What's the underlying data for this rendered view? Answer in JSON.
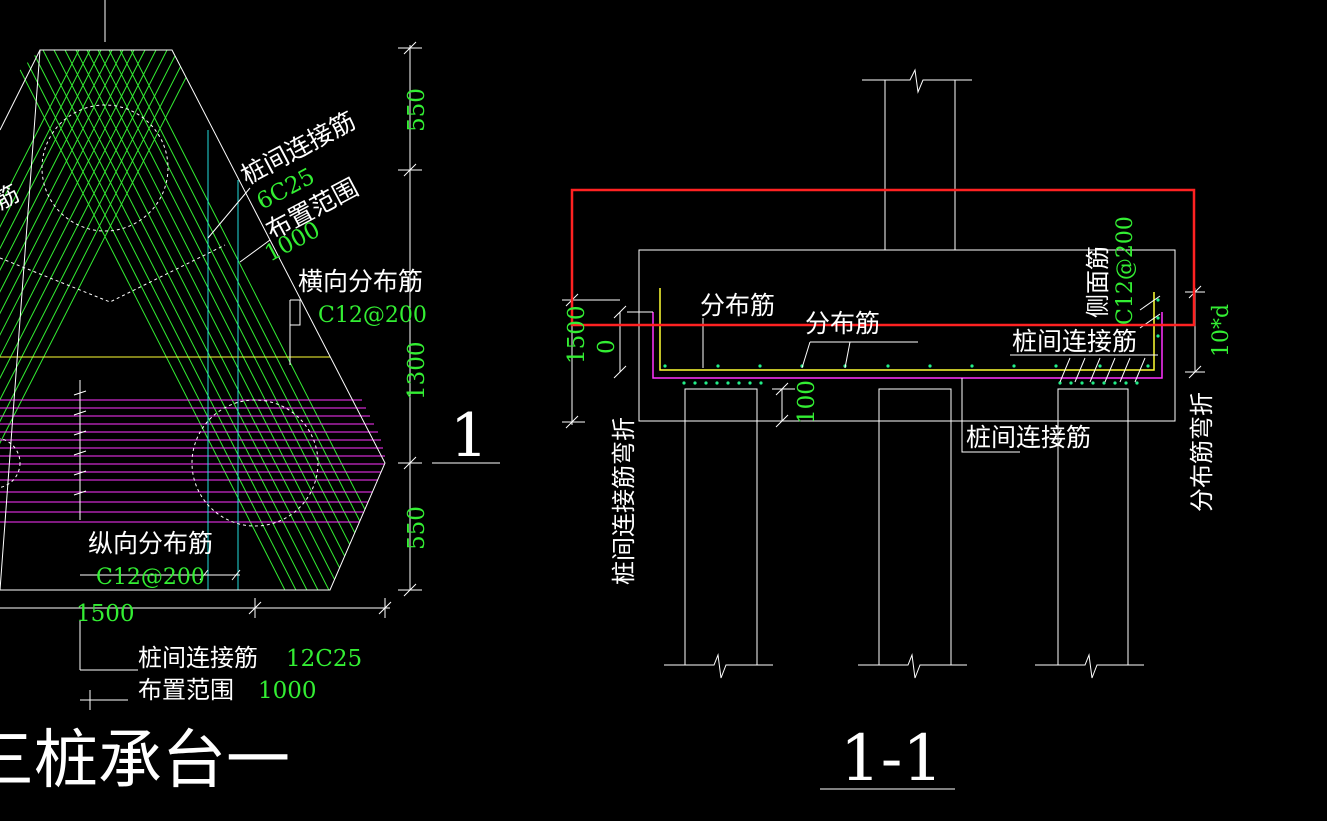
{
  "colors": {
    "background": "#000000",
    "outline": "#ffffff",
    "rebar_green": "#33ee33",
    "rebar_yellow": "#ffff33",
    "rebar_magenta": "#ff33ff",
    "cyan_line": "#22dddd",
    "highlight_box": "#ff2222"
  },
  "plan": {
    "labels": {
      "pile_link_rebar": "桩间连接筋",
      "pile_link_spec": "6C25",
      "layout_range": "布置范围",
      "layout_range_value": "1000",
      "transverse_dist": "横向分布筋",
      "transverse_spec": "C12@200",
      "longitudinal_dist": "纵向分布筋",
      "longitudinal_spec": "C12@200",
      "bottom_link": "桩间连接筋",
      "bottom_link_spec": "12C25",
      "bottom_range": "布置范围",
      "bottom_range_value": "1000",
      "left_cut": "筋"
    },
    "dimensions": {
      "dim_top": "550",
      "dim_mid": "1300",
      "dim_bottom": "550",
      "dim_width": "1500"
    },
    "section_mark": "1",
    "title": "三桩承台一"
  },
  "section": {
    "labels": {
      "dist1": "分布筋",
      "dist2": "分布筋",
      "side_rebar": "侧面筋",
      "side_spec": "C12@200",
      "link_right": "桩间连接筋",
      "link_bottom": "桩间连接筋",
      "left_vertical": "桩间连接筋弯折",
      "right_vertical": "分布筋弯折",
      "bend_length": "10*d"
    },
    "dimensions": {
      "height": "1500",
      "height_zero": "0",
      "cover": "100"
    },
    "title": "1-1"
  }
}
